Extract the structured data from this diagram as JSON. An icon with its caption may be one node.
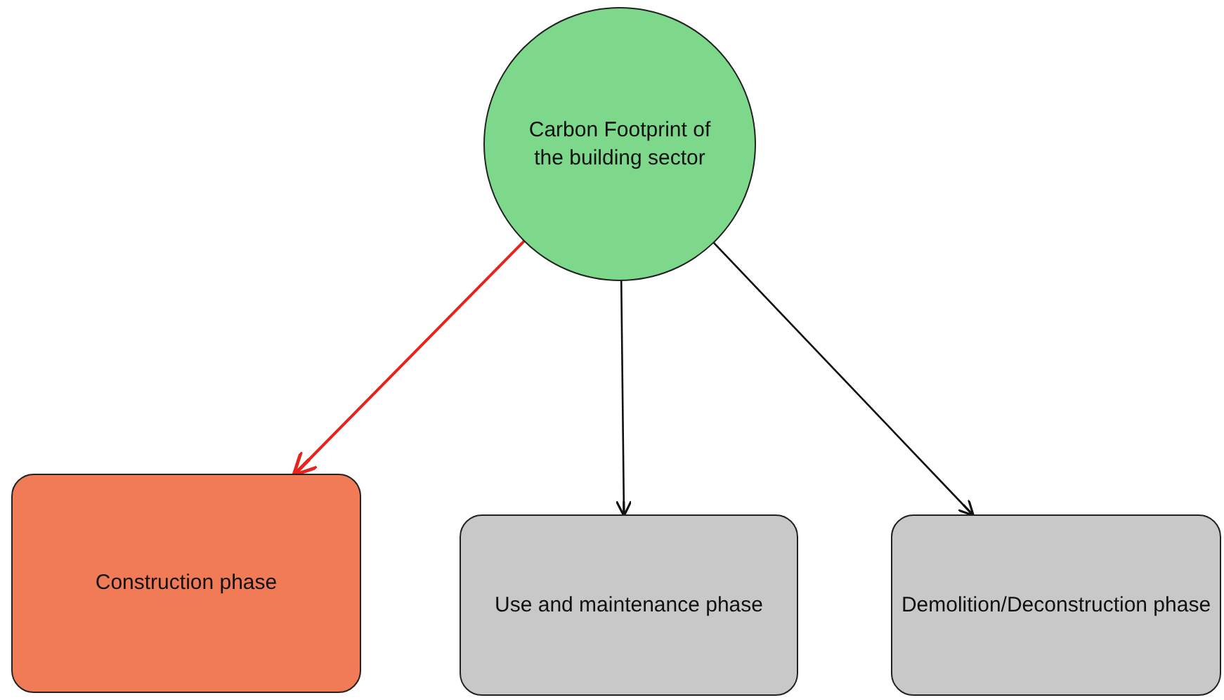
{
  "diagram": {
    "nodes": [
      {
        "text": [
          "Carbon Footprint of the building sector"
        ]
      },
      {
        "text": [
          "Construction phase"
        ]
      },
      {
        "text": [
          "Use and maintenance phase"
        ]
      },
      {
        "text": [
          "Demolition/Deconstruction phase"
        ]
      }
    ],
    "edges": [
      {
        "from": 0,
        "to": 1,
        "arrow": "to",
        "color": "#e8231c"
      },
      {
        "from": 0,
        "to": 2,
        "arrow": "to"
      },
      {
        "from": 0,
        "to": 3,
        "arrow": "to"
      }
    ]
  }
}
